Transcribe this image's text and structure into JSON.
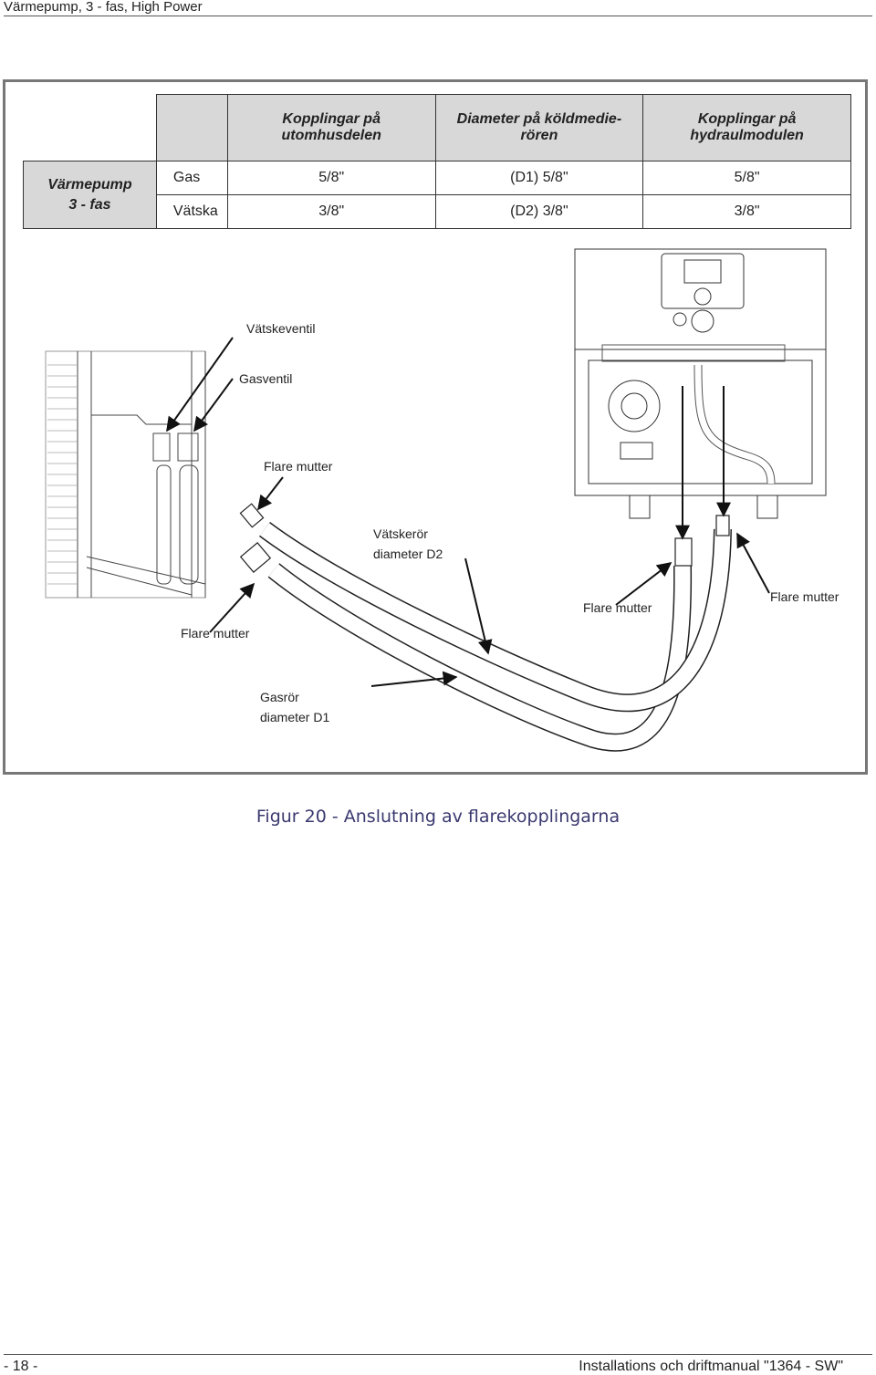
{
  "header": {
    "title": "Värmepump, 3 - fas, High Power"
  },
  "table": {
    "columns": [
      "Kopplingar på utomhusdelen",
      "Diameter  på köldmedie-rören",
      "Kopplingar på hydraulmodulen"
    ],
    "col1": {
      "line1": "Kopplingar på",
      "line2": "utomhusdelen"
    },
    "col2": {
      "line1": "Diameter  på köldmedie-",
      "line2": "rören"
    },
    "col3": {
      "line1": "Kopplingar på",
      "line2": "hydraulmodulen"
    },
    "row_header": {
      "line1": "Värmepump",
      "line2": "3 - fas"
    },
    "rows": [
      {
        "label": "Gas",
        "outdoor": "5/8\"",
        "diameter": "(D1) 5/8\"",
        "hydraulic": "5/8\""
      },
      {
        "label": "Vätska",
        "outdoor": "3/8\"",
        "diameter": "(D2) 3/8\"",
        "hydraulic": "3/8\""
      }
    ]
  },
  "figure": {
    "labels": {
      "liquid_valve": "Vätskeventil",
      "gas_valve": "Gasventil",
      "flare_nut_1": "Flare mutter",
      "liquid_pipe_1": "Vätskerör",
      "liquid_pipe_2": "diameter D2",
      "flare_nut_2": "Flare mutter",
      "flare_nut_3": "Flare mutter",
      "flare_nut_4": "Flare mutter",
      "gas_pipe_1": "Gasrör",
      "gas_pipe_2": "diameter D1"
    },
    "caption": "Figur 20 - Anslutning av flarekopplingarna"
  },
  "footer": {
    "page": "- 18 -",
    "manual": "Installations och driftmanual \"1364 - SW\""
  }
}
